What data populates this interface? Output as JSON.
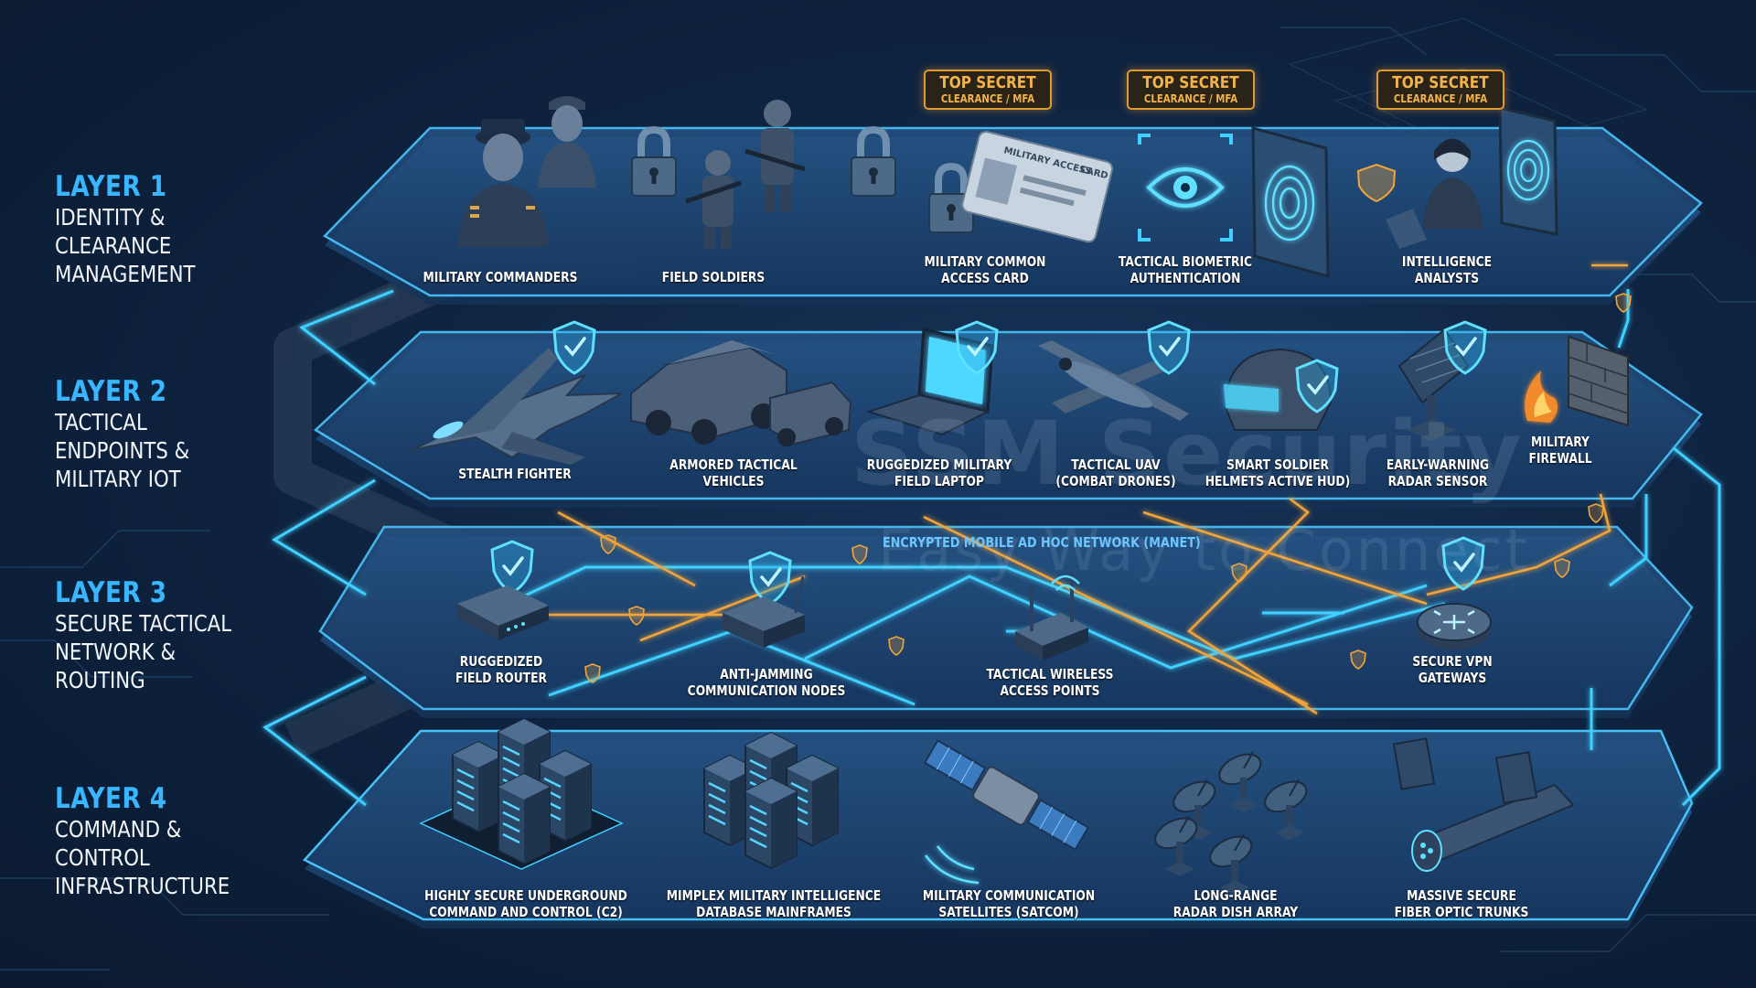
{
  "watermark": {
    "title": "SSM Security",
    "subtitle": "Easy Way to Connect"
  },
  "layers": [
    {
      "num": "LAYER 1",
      "name": "IDENTITY & CLEARANCE MANAGEMENT"
    },
    {
      "num": "LAYER 2",
      "name": "TACTICAL ENDPOINTS & MILITARY IOT"
    },
    {
      "num": "LAYER 3",
      "name": "SECURE TACTICAL NETWORK & ROUTING"
    },
    {
      "num": "LAYER 4",
      "name": "COMMAND & CONTROL INFRASTRUCTURE"
    }
  ],
  "badge": {
    "title": "TOP SECRET",
    "sub": "CLEARANCE / MFA"
  },
  "card_text": {
    "l1": "MILITARY ACCESS",
    "l2": "CARD"
  },
  "layer1": {
    "commanders": "MILITARY COMMANDERS",
    "soldiers": "FIELD SOLDIERS",
    "cac": [
      "MILITARY COMMON",
      "ACCESS CARD"
    ],
    "biometric": [
      "TACTICAL BIOMETRIC",
      "AUTHENTICATION"
    ],
    "analysts": [
      "INTELLIGENCE",
      "ANALYSTS"
    ]
  },
  "layer2": {
    "fighter": "STEALTH FIGHTER",
    "vehicles": [
      "ARMORED TACTICAL",
      "VEHICLES"
    ],
    "laptop": [
      "RUGGEDIZED MILITARY",
      "FIELD LAPTOP"
    ],
    "uav": [
      "TACTICAL UAV",
      "(COMBAT DRONES)"
    ],
    "helmets": [
      "SMART SOLDIER",
      "HELMETS ACTIVE HUD)"
    ],
    "radar": [
      "EARLY-WARNING",
      "RADAR SENSOR"
    ],
    "firewall": [
      "MILITARY",
      "FIREWALL"
    ]
  },
  "layer3": {
    "manet": "ENCRYPTED MOBILE AD HOC NETWORK (MANET)",
    "router": [
      "RUGGEDIZED",
      "FIELD ROUTER"
    ],
    "antijam": [
      "ANTI-JAMMING",
      "COMMUNICATION NODES"
    ],
    "wap": [
      "TACTICAL WIRELESS",
      "ACCESS POINTS"
    ],
    "vpn": [
      "SECURE VPN",
      "GATEWAYS"
    ]
  },
  "layer4": {
    "c2": [
      "HIGHLY SECURE UNDERGROUND",
      "COMMAND AND CONTROL (C2)"
    ],
    "mainframes": [
      "MIMPLEX MILITARY INTELLIGENCE",
      "DATABASE MAINFRAMES"
    ],
    "satcom": [
      "MILITARY COMMUNICATION",
      "SATELLITES (SATCOM)"
    ],
    "radar_array": [
      "LONG-RANGE",
      "RADAR DISH ARRAY"
    ],
    "fiber": [
      "MASSIVE SECURE",
      "FIBER OPTIC TRUNKS"
    ]
  },
  "colors": {
    "accent": "#39b6ff",
    "glow": "#3fd0ff",
    "orange": "#f0a43a",
    "platform": "#1a3a63"
  }
}
